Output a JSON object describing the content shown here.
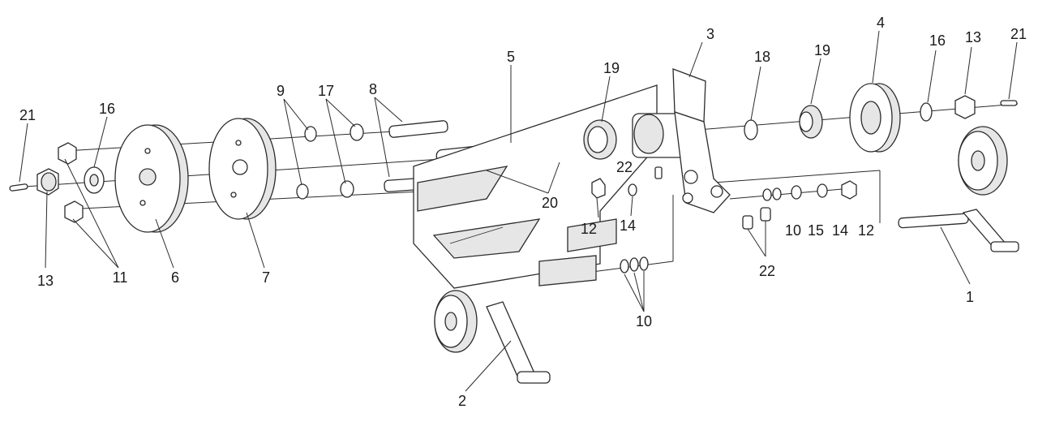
{
  "labels": [
    {
      "id": "l1",
      "text": "1"
    },
    {
      "id": "l2",
      "text": "2"
    },
    {
      "id": "l3",
      "text": "3"
    },
    {
      "id": "l4",
      "text": "4"
    },
    {
      "id": "l5",
      "text": "5"
    },
    {
      "id": "l6",
      "text": "6"
    },
    {
      "id": "l7",
      "text": "7"
    },
    {
      "id": "l8",
      "text": "8"
    },
    {
      "id": "l9",
      "text": "9"
    },
    {
      "id": "l10a",
      "text": "10"
    },
    {
      "id": "l10b",
      "text": "10"
    },
    {
      "id": "l11",
      "text": "11"
    },
    {
      "id": "l12a",
      "text": "12"
    },
    {
      "id": "l12b",
      "text": "12"
    },
    {
      "id": "l13a",
      "text": "13"
    },
    {
      "id": "l13b",
      "text": "13"
    },
    {
      "id": "l14a",
      "text": "14"
    },
    {
      "id": "l14b",
      "text": "14"
    },
    {
      "id": "l15",
      "text": "15"
    },
    {
      "id": "l16a",
      "text": "16"
    },
    {
      "id": "l16b",
      "text": "16"
    },
    {
      "id": "l17",
      "text": "17"
    },
    {
      "id": "l18",
      "text": "18"
    },
    {
      "id": "l19a",
      "text": "19"
    },
    {
      "id": "l19b",
      "text": "19"
    },
    {
      "id": "l20",
      "text": "20"
    },
    {
      "id": "l21a",
      "text": "21"
    },
    {
      "id": "l21b",
      "text": "21"
    },
    {
      "id": "l22a",
      "text": "22"
    },
    {
      "id": "l22b",
      "text": "22"
    }
  ]
}
